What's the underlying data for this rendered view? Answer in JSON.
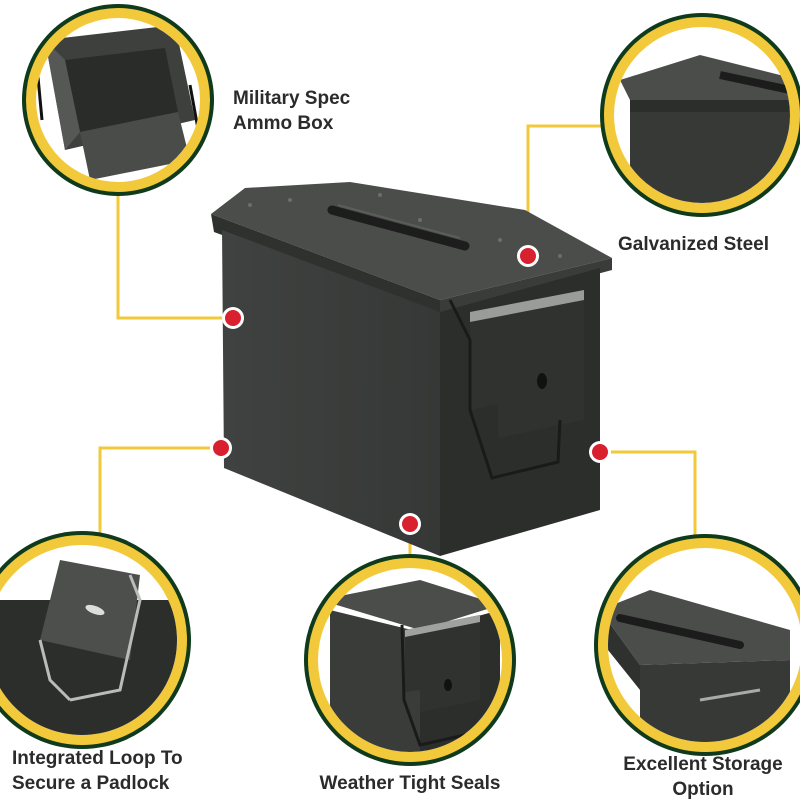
{
  "colors": {
    "ring": "#f2c93b",
    "ring_outer": "#0f3b1c",
    "connector": "#f2c93b",
    "dot": "#d8202f",
    "box": "#3b3d3b",
    "text": "#2b2b2b"
  },
  "features": [
    {
      "id": "military-spec",
      "lines": [
        "Military Spec",
        "Ammo Box"
      ],
      "thumbnail": "open-box-interior"
    },
    {
      "id": "galvanized-steel",
      "lines": [
        "Galvanized Steel"
      ],
      "thumbnail": "lid-corner-closeup"
    },
    {
      "id": "padlock-loop",
      "lines": [
        "Integrated Loop To",
        "Secure a Padlock"
      ],
      "thumbnail": "latch-loop-closeup"
    },
    {
      "id": "weather-tight-seals",
      "lines": [
        "Weather Tight Seals"
      ],
      "thumbnail": "latch-seal-closeup"
    },
    {
      "id": "excellent-storage",
      "lines": [
        "Excellent Storage",
        "Option"
      ],
      "thumbnail": "lid-handle-closeup"
    }
  ],
  "product": {
    "name": "ammo-box",
    "icon": "ammo-box-illustration"
  }
}
